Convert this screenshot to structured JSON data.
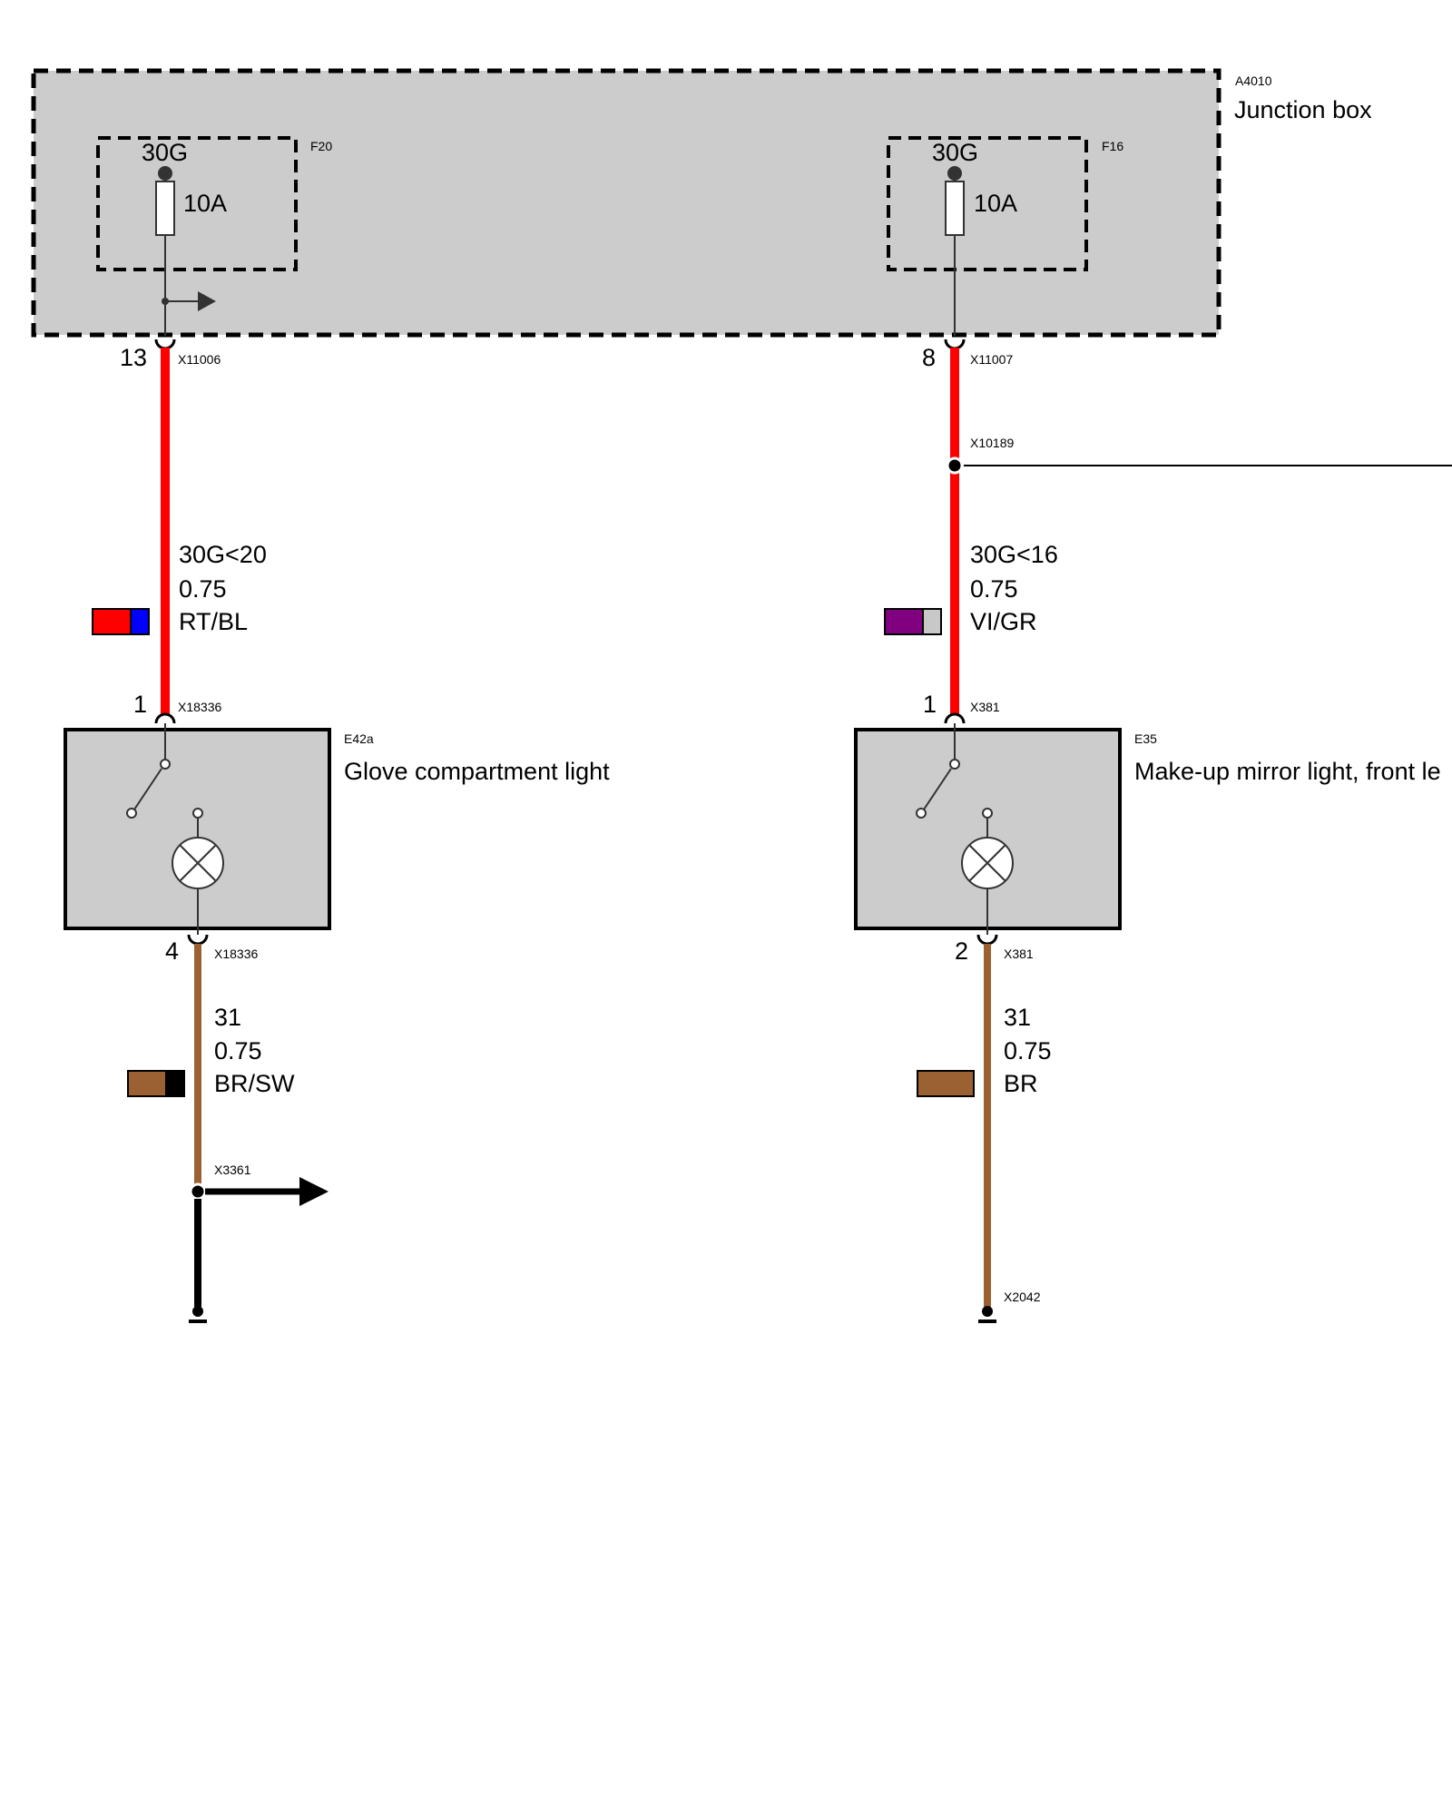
{
  "junction_box": {
    "id": "A4010",
    "name": "Junction box",
    "fuses": [
      {
        "id": "F20",
        "terminal": "30G",
        "rating": "10A"
      },
      {
        "id": "F16",
        "terminal": "30G",
        "rating": "10A"
      }
    ]
  },
  "circuits": [
    {
      "upper_connector": {
        "pin": "13",
        "id": "X11006"
      },
      "splice": null,
      "wire_top": {
        "signal": "30G<20",
        "size": "0.75",
        "color_code": "RT/BL",
        "swatch": [
          "#ff0000",
          "#0000ff"
        ],
        "line_color": "#ff0000"
      },
      "component": {
        "id": "E42a",
        "name": "Glove compartment light"
      },
      "component_in": {
        "pin": "1",
        "id": "X18336"
      },
      "component_out": {
        "pin": "4",
        "id": "X18336"
      },
      "wire_bottom": {
        "signal": "31",
        "size": "0.75",
        "color_code": "BR/SW",
        "swatch": [
          "#9b6133",
          "#000000"
        ],
        "line_color": "#9b6133"
      },
      "ground_splice": "X3361",
      "ground": ""
    },
    {
      "upper_connector": {
        "pin": "8",
        "id": "X11007"
      },
      "splice": "X10189",
      "wire_top": {
        "signal": "30G<16",
        "size": "0.75",
        "color_code": "VI/GR",
        "swatch": [
          "#800080",
          "#c8c8c8"
        ],
        "line_color": "#ff0000"
      },
      "component": {
        "id": "E35",
        "name": "Make-up mirror light, front le"
      },
      "component_in": {
        "pin": "1",
        "id": "X381"
      },
      "component_out": {
        "pin": "2",
        "id": "X381"
      },
      "wire_bottom": {
        "signal": "31",
        "size": "0.75",
        "color_code": "BR",
        "swatch": [
          "#9b6133"
        ],
        "line_color": "#9b6133"
      },
      "ground_splice": "",
      "ground": "X2042"
    }
  ],
  "colors": {
    "box_fill": "#cccccc",
    "brown": "#9b6133",
    "red": "#ff0000"
  }
}
